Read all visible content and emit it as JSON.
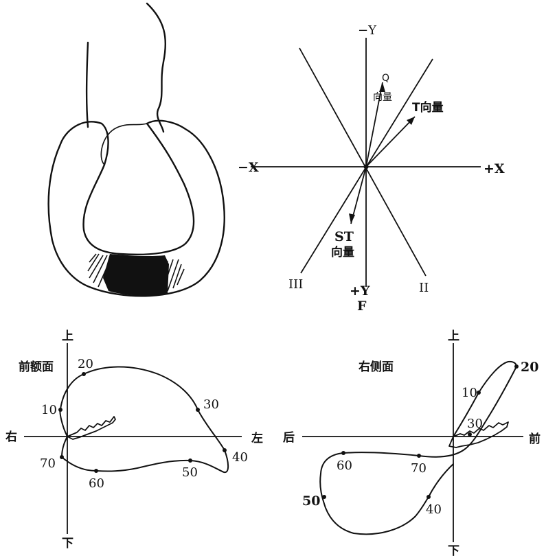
{
  "heart": {},
  "vector_diagram": {
    "neg_y": "−Y",
    "pos_y": "+Y",
    "neg_x": "−X",
    "pos_x": "+X",
    "f_label": "F",
    "lead_ii": "II",
    "lead_iii": "III",
    "q_vector_line1": "Q",
    "q_vector_line2": "向量",
    "t_vector": "T向量",
    "st_vector_line1": "ST",
    "st_vector_line2": "向量"
  },
  "frontal_loop": {
    "title": "前额面",
    "up": "上",
    "down": "下",
    "right": "右",
    "left": "左",
    "points": [
      "10",
      "20",
      "30",
      "40",
      "50",
      "60",
      "70"
    ]
  },
  "sagittal_loop": {
    "title": "右侧面",
    "up": "上",
    "down": "下",
    "back": "后",
    "front": "前",
    "points": [
      "10",
      "20",
      "30",
      "40",
      "50",
      "60",
      "70"
    ]
  }
}
